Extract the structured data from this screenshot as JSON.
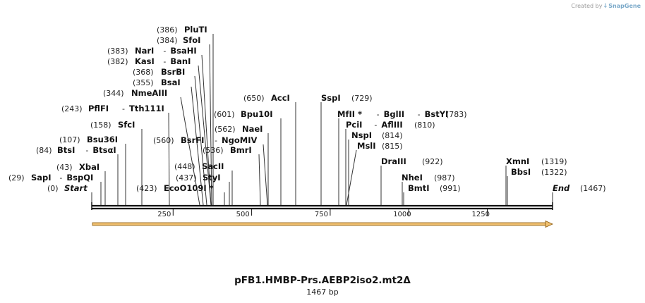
{
  "credit": {
    "prefix": "Created by",
    "brand": "SnapGene"
  },
  "map_title": "pFB1.HMBP-Prs.AEBP2iso2.mt2Δ",
  "map_length": "1467 bp",
  "ruler_ticks": [
    "250",
    "500",
    "750",
    "1000",
    "1250"
  ],
  "sites": [
    {
      "pos": "(386)",
      "parts": [
        "PluTI"
      ]
    },
    {
      "pos": "(384)",
      "parts": [
        "SfoI"
      ]
    },
    {
      "pos": "(383)",
      "parts": [
        "NarI",
        "BsaHI"
      ]
    },
    {
      "pos": "(382)",
      "parts": [
        "KasI",
        "BanI"
      ]
    },
    {
      "pos": "(368)",
      "parts": [
        "BsrBI"
      ]
    },
    {
      "pos": "(355)",
      "parts": [
        "BsaI"
      ]
    },
    {
      "pos": "(344)",
      "parts": [
        "NmeAIII"
      ]
    },
    {
      "pos": "(243)",
      "parts": [
        "PflFI",
        "Tth111I"
      ]
    },
    {
      "pos": "(158)",
      "parts": [
        "SfcI"
      ]
    },
    {
      "pos": "(107)",
      "parts": [
        "Bsu36I"
      ]
    },
    {
      "pos": "(84)",
      "parts": [
        "BtsI",
        "BtsαI"
      ]
    },
    {
      "pos": "(43)",
      "parts": [
        "XbaI"
      ]
    },
    {
      "pos": "(29)",
      "parts": [
        "SapI",
        "BspQI"
      ]
    },
    {
      "pos": "(0)",
      "parts": [
        "Start"
      ]
    },
    {
      "pos": "(650)",
      "parts": [
        "AccI"
      ]
    },
    {
      "pos": "(601)",
      "parts": [
        "Bpu10I"
      ]
    },
    {
      "pos": "(562)",
      "parts": [
        "NaeI"
      ]
    },
    {
      "pos": "(560)",
      "parts": [
        "BsrFI",
        "NgoMIV"
      ]
    },
    {
      "pos": "(536)",
      "parts": [
        "BmrI"
      ]
    },
    {
      "pos": "(448)",
      "parts": [
        "SacII"
      ]
    },
    {
      "pos": "(437)",
      "parts": [
        "StyI"
      ]
    },
    {
      "pos": "(423)",
      "parts": [
        "EcoO109I *"
      ]
    },
    {
      "pos": "(729)",
      "parts": [
        "SspI"
      ]
    },
    {
      "pos": "(783)",
      "parts": [
        "MfII *",
        "BglII",
        "BstYI"
      ]
    },
    {
      "pos": "(810)",
      "parts": [
        "PciI",
        "AflIII"
      ]
    },
    {
      "pos": "(814)",
      "parts": [
        "NspI"
      ]
    },
    {
      "pos": "(815)",
      "parts": [
        "MslI"
      ]
    },
    {
      "pos": "(922)",
      "parts": [
        "DraIII"
      ]
    },
    {
      "pos": "(987)",
      "parts": [
        "NheI"
      ]
    },
    {
      "pos": "(991)",
      "parts": [
        "BmtI"
      ]
    },
    {
      "pos": "(1319)",
      "parts": [
        "XmnI"
      ]
    },
    {
      "pos": "(1322)",
      "parts": [
        "BbsI"
      ]
    },
    {
      "pos": "(1467)",
      "parts": [
        "End"
      ]
    }
  ]
}
